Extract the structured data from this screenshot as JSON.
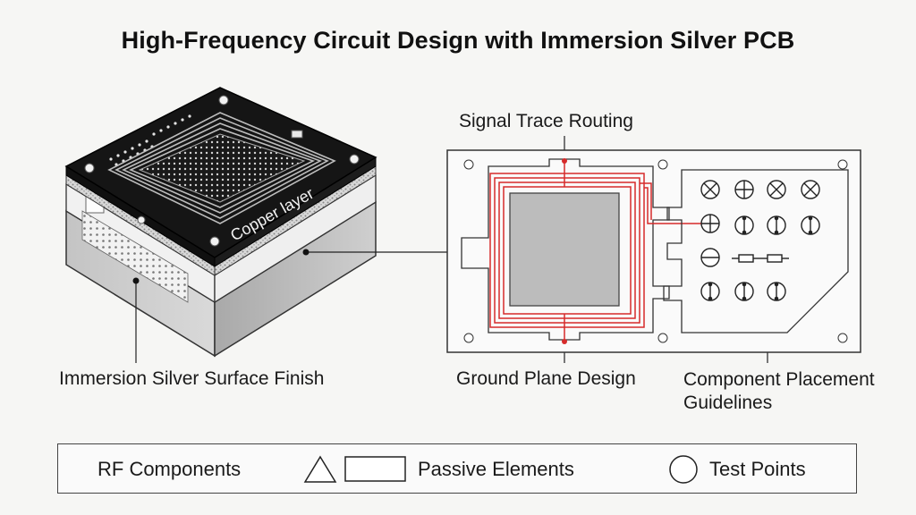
{
  "title": "High-Frequency Circuit Design with Immersion Silver PCB",
  "labels": {
    "copper_layer": "Copper layer",
    "surface_finish": "Immersion Silver Surface Finish",
    "signal_trace": "Signal Trace Routing",
    "ground_plane": "Ground Plane Design",
    "component_placement_line1": "Component Placement",
    "component_placement_line2": "Guidelines"
  },
  "legend": {
    "rf_components": "RF Components",
    "passive_elements": "Passive Elements",
    "test_points": "Test Points"
  },
  "colors": {
    "trace_red": "#d62b2b",
    "board_black": "#151515",
    "plane_gray": "#bcbcbc"
  }
}
